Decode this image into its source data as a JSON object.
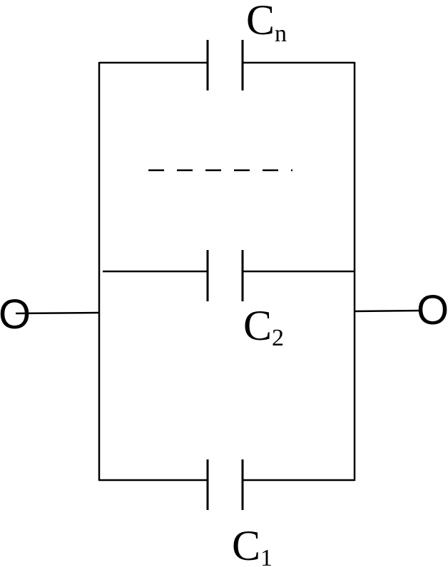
{
  "diagram": {
    "capacitors": [
      {
        "id": "cn",
        "main": "C",
        "sub": "n"
      },
      {
        "id": "c2",
        "main": "C",
        "sub": "2"
      },
      {
        "id": "c1",
        "main": "C",
        "sub": "1"
      }
    ],
    "terminals": {
      "left": "O",
      "right": "O"
    }
  }
}
